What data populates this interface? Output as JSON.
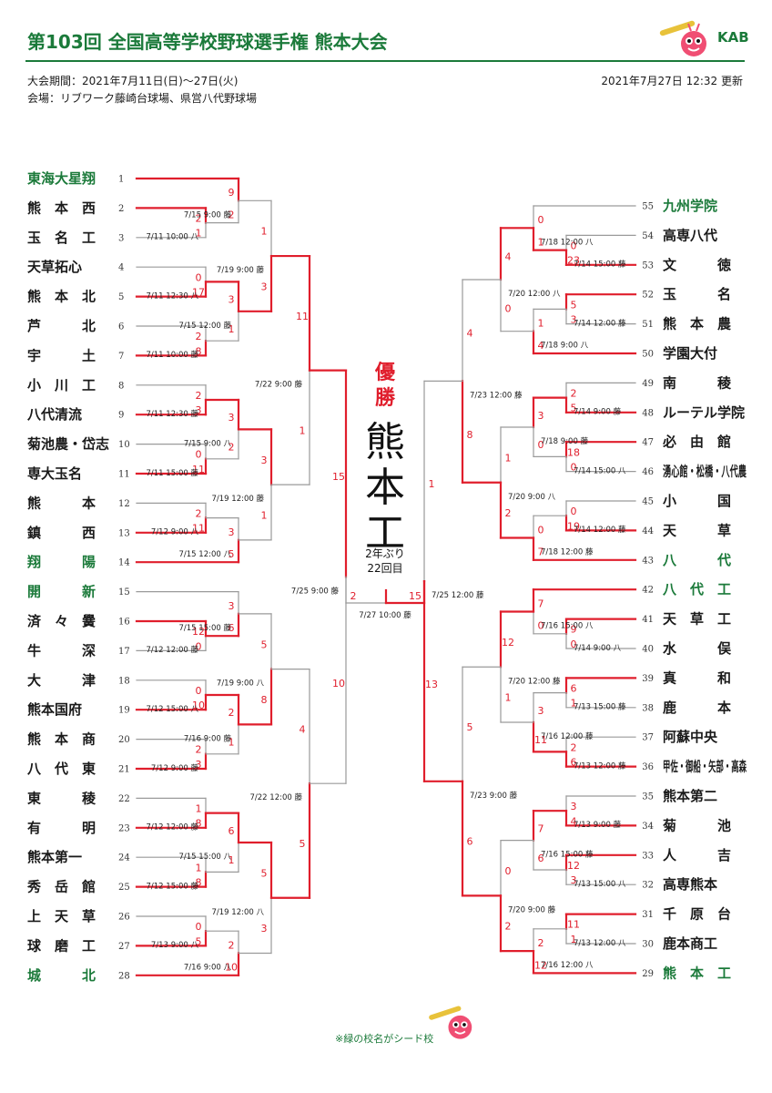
{
  "header": {
    "title": "第103回 全国高等学校野球選手権 熊本大会",
    "period": "大会期間：2021年7月11日(日)～27日(火)",
    "venue": "会場：リブワーク藤崎台球場、県営八代野球場",
    "updated": "2021年7月27日 12:32 更新",
    "brand": "KAB"
  },
  "colors": {
    "accent": "#1b7a3a",
    "win": "#e01e2c",
    "lose": "#9a9a9a",
    "seed": "#1b7a3a"
  },
  "footnote": "※緑の校名がシード校",
  "champion": {
    "label": [
      "優",
      "勝"
    ],
    "name": [
      "熊",
      "本",
      "工"
    ],
    "note1": "2年ぶり",
    "note2": "22回目"
  },
  "teams_left": [
    {
      "num": "1",
      "name": "東海大星翔",
      "seed": true
    },
    {
      "num": "2",
      "name": "熊　本　西",
      "seed": false
    },
    {
      "num": "3",
      "name": "玉　名　工",
      "seed": false
    },
    {
      "num": "4",
      "name": "天草拓心",
      "seed": false
    },
    {
      "num": "5",
      "name": "熊　本　北",
      "seed": false
    },
    {
      "num": "6",
      "name": "芦　　　北",
      "seed": false
    },
    {
      "num": "7",
      "name": "宇　　　土",
      "seed": false
    },
    {
      "num": "8",
      "name": "小　川　工",
      "seed": false
    },
    {
      "num": "9",
      "name": "八代清流",
      "seed": false
    },
    {
      "num": "10",
      "name": "菊池農・岱志",
      "seed": false
    },
    {
      "num": "11",
      "name": "専大玉名",
      "seed": false
    },
    {
      "num": "12",
      "name": "熊　　　本",
      "seed": false
    },
    {
      "num": "13",
      "name": "鎮　　　西",
      "seed": false
    },
    {
      "num": "14",
      "name": "翔　　　陽",
      "seed": true
    },
    {
      "num": "15",
      "name": "開　　　新",
      "seed": true
    },
    {
      "num": "16",
      "name": "済　々　黌",
      "seed": false
    },
    {
      "num": "17",
      "name": "牛　　　深",
      "seed": false
    },
    {
      "num": "18",
      "name": "大　　　津",
      "seed": false
    },
    {
      "num": "19",
      "name": "熊本国府",
      "seed": false
    },
    {
      "num": "20",
      "name": "熊　本　商",
      "seed": false
    },
    {
      "num": "21",
      "name": "八　代　東",
      "seed": false
    },
    {
      "num": "22",
      "name": "東　　　稜",
      "seed": false
    },
    {
      "num": "23",
      "name": "有　　　明",
      "seed": false
    },
    {
      "num": "24",
      "name": "熊本第一",
      "seed": false
    },
    {
      "num": "25",
      "name": "秀　岳　館",
      "seed": false
    },
    {
      "num": "26",
      "name": "上　天　草",
      "seed": false
    },
    {
      "num": "27",
      "name": "球　磨　工",
      "seed": false
    },
    {
      "num": "28",
      "name": "城　　　北",
      "seed": true
    }
  ],
  "teams_right": [
    {
      "num": "55",
      "name": "九州学院",
      "seed": true
    },
    {
      "num": "54",
      "name": "高専八代",
      "seed": false
    },
    {
      "num": "53",
      "name": "文　　　徳",
      "seed": false
    },
    {
      "num": "52",
      "name": "玉　　　名",
      "seed": false
    },
    {
      "num": "51",
      "name": "熊　本　農",
      "seed": false
    },
    {
      "num": "50",
      "name": "学園大付",
      "seed": false
    },
    {
      "num": "49",
      "name": "南　　　稜",
      "seed": false
    },
    {
      "num": "48",
      "name": "ルーテル学院",
      "seed": false
    },
    {
      "num": "47",
      "name": "必　由　館",
      "seed": false
    },
    {
      "num": "46",
      "name": "湧心館・松橋・八代農",
      "seed": false
    },
    {
      "num": "45",
      "name": "小　　　国",
      "seed": false
    },
    {
      "num": "44",
      "name": "天　　　草",
      "seed": false
    },
    {
      "num": "43",
      "name": "八　　　代",
      "seed": true
    },
    {
      "num": "42",
      "name": "八　代　工",
      "seed": true
    },
    {
      "num": "41",
      "name": "天　草　工",
      "seed": false
    },
    {
      "num": "40",
      "name": "水　　　俣",
      "seed": false
    },
    {
      "num": "39",
      "name": "真　　　和",
      "seed": false
    },
    {
      "num": "38",
      "name": "鹿　　　本",
      "seed": false
    },
    {
      "num": "37",
      "name": "阿蘇中央",
      "seed": false
    },
    {
      "num": "36",
      "name": "甲佐・御船・矢部・高森",
      "seed": false
    },
    {
      "num": "35",
      "name": "熊本第二",
      "seed": false
    },
    {
      "num": "34",
      "name": "菊　　　池",
      "seed": false
    },
    {
      "num": "33",
      "name": "人　　　吉",
      "seed": false
    },
    {
      "num": "32",
      "name": "高専熊本",
      "seed": false
    },
    {
      "num": "31",
      "name": "千　原　台",
      "seed": false
    },
    {
      "num": "30",
      "name": "鹿本商工",
      "seed": false
    },
    {
      "num": "29",
      "name": "熊　本　工",
      "seed": true
    }
  ],
  "left_matches": [
    {
      "r": 1,
      "a": 1,
      "b": 2,
      "sa": "2",
      "sb": "1",
      "w": "a",
      "label": "7/11 10:00 八"
    },
    {
      "r": 1,
      "a": 3,
      "b": 4,
      "sa": "0",
      "sb": "17",
      "w": "b",
      "label": "7/11 12:30 八"
    },
    {
      "r": 1,
      "a": 5,
      "b": 6,
      "sa": "2",
      "sb": "8",
      "w": "b",
      "label": "7/11 10:00 藤"
    },
    {
      "r": 1,
      "a": 7,
      "b": 8,
      "sa": "2",
      "sb": "3",
      "w": "b",
      "label": "7/11 12:30 藤"
    },
    {
      "r": 1,
      "a": 9,
      "b": 10,
      "sa": "0",
      "sb": "11",
      "w": "b",
      "label": "7/11 15:00 藤"
    },
    {
      "r": 1,
      "a": 11,
      "b": 12,
      "sa": "2",
      "sb": "11",
      "w": "b",
      "label": "7/12 9:00 八"
    },
    {
      "r": 1,
      "a": 15,
      "b": 16,
      "sa": "12",
      "sb": "0",
      "w": "a",
      "label": "7/12 12:00 藤"
    },
    {
      "r": 1,
      "a": 17,
      "b": 18,
      "sa": "0",
      "sb": "10",
      "w": "b",
      "label": "7/12 15:00 八"
    },
    {
      "r": 1,
      "a": 19,
      "b": 20,
      "sa": "2",
      "sb": "3",
      "w": "b",
      "label": "7/12 9:00 藤"
    },
    {
      "r": 1,
      "a": 21,
      "b": 22,
      "sa": "1",
      "sb": "8",
      "w": "b",
      "label": "7/12 12:00 藤"
    },
    {
      "r": 1,
      "a": 23,
      "b": 24,
      "sa": "1",
      "sb": "8",
      "w": "b",
      "label": "7/12 15:00 藤"
    },
    {
      "r": 1,
      "a": 25,
      "b": 26,
      "sa": "0",
      "sb": "5",
      "w": "b",
      "label": "7/13 9:00 八"
    },
    {
      "r": 2,
      "a": 0,
      "b": "m0",
      "sa": "9",
      "sb": "2",
      "w": "a",
      "label": "7/15 9:00 藤"
    },
    {
      "r": 2,
      "a": "m1",
      "b": "m2",
      "sa": "3",
      "sb": "1",
      "w": "a",
      "label": "7/15 12:00 藤"
    },
    {
      "r": 2,
      "a": "m3",
      "b": "m4",
      "sa": "3",
      "sb": "2",
      "w": "a",
      "label": "7/15 9:00 八"
    },
    {
      "r": 2,
      "a": "m5",
      "b": 13,
      "sa": "3",
      "sb": "5",
      "w": "b",
      "label": "7/15 12:00 八"
    },
    {
      "r": 2,
      "a": 14,
      "b": "m6",
      "sa": "3",
      "sb": "6",
      "w": "b",
      "label": "7/15 15:00 藤"
    },
    {
      "r": 2,
      "a": "m7",
      "b": "m8",
      "sa": "2",
      "sb": "1",
      "w": "a",
      "label": "7/16 9:00 藤"
    },
    {
      "r": 2,
      "a": "m9",
      "b": "m10",
      "sa": "6",
      "sb": "1",
      "w": "a",
      "label": "7/15 15:00 八"
    },
    {
      "r": 2,
      "a": "m11",
      "b": 27,
      "sa": "2",
      "sb": "10",
      "w": "b",
      "label": "7/16 9:00 八"
    },
    {
      "r": 3,
      "a": "m12",
      "b": "m13",
      "sa": "1",
      "sb": "3",
      "w": "b",
      "label": "7/19 9:00 藤"
    },
    {
      "r": 3,
      "a": "m14",
      "b": "m15",
      "sa": "3",
      "sb": "1",
      "w": "a",
      "label": "7/19 12:00 藤"
    },
    {
      "r": 3,
      "a": "m16",
      "b": "m17",
      "sa": "5",
      "sb": "8",
      "w": "b",
      "label": "7/19 9:00 八"
    },
    {
      "r": 3,
      "a": "m18",
      "b": "m19",
      "sa": "5",
      "sb": "3",
      "w": "a",
      "label": "7/19 12:00 八"
    },
    {
      "r": 4,
      "a": "m20",
      "b": "m21",
      "sa": "11",
      "sb": "1",
      "w": "a",
      "label": "7/22 9:00 藤"
    },
    {
      "r": 4,
      "a": "m22",
      "b": "m23",
      "sa": "4",
      "sb": "5",
      "w": "b",
      "label": "7/22 12:00 藤"
    },
    {
      "r": 5,
      "a": "m24",
      "b": "m25",
      "sa": "15",
      "sb": "10",
      "w": "a",
      "label": "7/25 9:00 藤"
    }
  ],
  "right_matches": [
    {
      "r": 1,
      "a": 1,
      "b": 2,
      "sa": "0",
      "sb": "23",
      "w": "b",
      "label": "7/14 15:00 藤"
    },
    {
      "r": 1,
      "a": 3,
      "b": 4,
      "sa": "5",
      "sb": "3",
      "w": "a",
      "label": "7/14 12:00 藤"
    },
    {
      "r": 1,
      "a": 6,
      "b": 7,
      "sa": "2",
      "sb": "5",
      "w": "b",
      "label": "7/14 9:00 藤"
    },
    {
      "r": 1,
      "a": 8,
      "b": 9,
      "sa": "18",
      "sb": "0",
      "w": "a",
      "label": "7/14 15:00 八"
    },
    {
      "r": 1,
      "a": 10,
      "b": 11,
      "sa": "0",
      "sb": "19",
      "w": "b",
      "label": "7/14 12:00 藤"
    },
    {
      "r": 1,
      "a": 14,
      "b": 15,
      "sa": "9",
      "sb": "0",
      "w": "a",
      "label": "7/14 9:00 八"
    },
    {
      "r": 1,
      "a": 16,
      "b": 17,
      "sa": "6",
      "sb": "1",
      "w": "a",
      "label": "7/13 15:00 藤"
    },
    {
      "r": 1,
      "a": 18,
      "b": 19,
      "sa": "2",
      "sb": "6",
      "w": "b",
      "label": "7/13 12:00 藤"
    },
    {
      "r": 1,
      "a": 20,
      "b": 21,
      "sa": "3",
      "sb": "4",
      "w": "b",
      "label": "7/13 9:00 藤"
    },
    {
      "r": 1,
      "a": 22,
      "b": 23,
      "sa": "12",
      "sb": "3",
      "w": "a",
      "label": "7/13 15:00 八"
    },
    {
      "r": 1,
      "a": 24,
      "b": 25,
      "sa": "11",
      "sb": "1",
      "w": "a",
      "label": "7/13 12:00 八"
    },
    {
      "r": 2,
      "a": 0,
      "b": "m0",
      "sa": "0",
      "sb": "1",
      "w": "b",
      "label": "7/18 12:00 八"
    },
    {
      "r": 2,
      "a": "m1",
      "b": 5,
      "sa": "1",
      "sb": "4",
      "w": "b",
      "label": "7/18 9:00 八"
    },
    {
      "r": 2,
      "a": "m2",
      "b": "m3",
      "sa": "3",
      "sb": "0",
      "w": "a",
      "label": "7/18 9:00 藤"
    },
    {
      "r": 2,
      "a": "m4",
      "b": 12,
      "sa": "0",
      "sb": "7",
      "w": "b",
      "label": "7/18 12:00 藤"
    },
    {
      "r": 2,
      "a": 13,
      "b": "m5",
      "sa": "7",
      "sb": "0",
      "w": "a",
      "label": "7/16 15:00 八"
    },
    {
      "r": 2,
      "a": "m6",
      "b": "m7",
      "sa": "3",
      "sb": "11",
      "w": "b",
      "label": "7/16 12:00 藤"
    },
    {
      "r": 2,
      "a": "m8",
      "b": "m9",
      "sa": "7",
      "sb": "6",
      "w": "a",
      "label": "7/16 15:00 藤"
    },
    {
      "r": 2,
      "a": "m10",
      "b": 26,
      "sa": "2",
      "sb": "12",
      "w": "b",
      "label": "7/16 12:00 八"
    },
    {
      "r": 3,
      "a": "m11",
      "b": "m12",
      "sa": "4",
      "sb": "0",
      "w": "a",
      "label": "7/20 12:00 八"
    },
    {
      "r": 3,
      "a": "m13",
      "b": "m14",
      "sa": "1",
      "sb": "2",
      "w": "b",
      "label": "7/20 9:00 八"
    },
    {
      "r": 3,
      "a": "m15",
      "b": "m16",
      "sa": "12",
      "sb": "1",
      "w": "a",
      "label": "7/20 12:00 藤"
    },
    {
      "r": 3,
      "a": "m17",
      "b": "m18",
      "sa": "0",
      "sb": "2",
      "w": "b",
      "label": "7/20 9:00 藤"
    },
    {
      "r": 4,
      "a": "m19",
      "b": "m20",
      "sa": "4",
      "sb": "8",
      "w": "b",
      "label": "7/23 12:00 藤"
    },
    {
      "r": 4,
      "a": "m21",
      "b": "m22",
      "sa": "5",
      "sb": "6",
      "w": "b",
      "label": "7/23 9:00 藤"
    },
    {
      "r": 5,
      "a": "m23",
      "b": "m24",
      "sa": "1",
      "sb": "13",
      "w": "b",
      "label": "7/25 12:00 藤"
    }
  ],
  "final": {
    "sl": "2",
    "sr": "15",
    "label": "7/27 10:00 藤",
    "winner": "right"
  }
}
